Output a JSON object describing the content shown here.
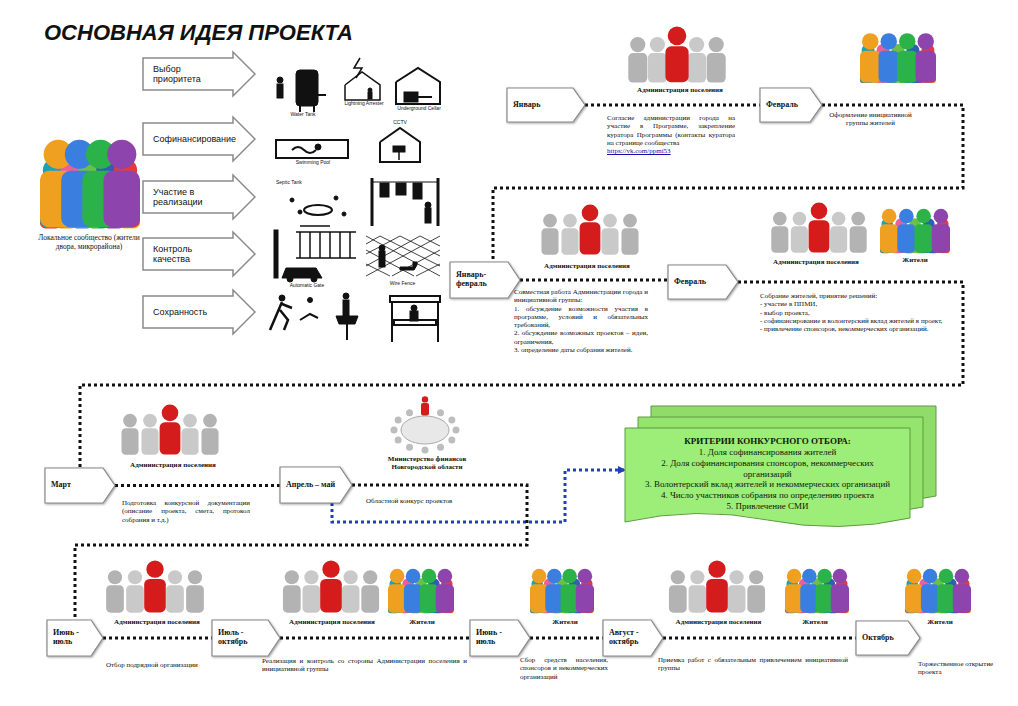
{
  "diagram": {
    "title": "ОСНОВНАЯ ИДЕЯ ПРОЕКТА",
    "nodes": [
      {
        "text": [
          "Выбор приоритета"
        ]
      },
      {
        "text": [
          "Софинансирование"
        ]
      },
      {
        "text": [
          "Участие в реализации"
        ]
      },
      {
        "text": [
          "Контроль качества"
        ]
      },
      {
        "text": [
          "Сохранность"
        ]
      },
      {
        "text": [
          "Январь"
        ]
      },
      {
        "text": [
          "Февраль"
        ]
      },
      {
        "text": [
          "Январь- февраль"
        ]
      },
      {
        "text": [
          "Февраль"
        ]
      },
      {
        "text": [
          "Март"
        ]
      },
      {
        "text": [
          "Апрель – май"
        ]
      },
      {
        "text": [
          "КРИТЕРИИ КОНКУРСНОГО ОТБОРА:",
          "1. Доля софинансирования жителей",
          "2. Доля софинансирования спонсоров, некоммерческих организаций",
          "3. Волонтерский вклад жителей и некоммерческих организаций",
          "4. Число участников собрания по определению проекта",
          "5. Привлечение СМИ"
        ]
      },
      {
        "text": [
          "Июнь - июль"
        ]
      },
      {
        "text": [
          "Июль - октябрь"
        ]
      },
      {
        "text": [
          "Июнь - июль"
        ]
      },
      {
        "text": [
          "Август - октябрь"
        ]
      },
      {
        "text": [
          "Октябрь"
        ]
      }
    ],
    "edges": [
      {
        "from": 5,
        "to": 6,
        "arrow": "none"
      },
      {
        "from": 6,
        "to": 7,
        "arrow": "none"
      },
      {
        "from": 7,
        "to": 8,
        "arrow": "none"
      },
      {
        "from": 8,
        "to": 9,
        "arrow": "none"
      },
      {
        "from": 9,
        "to": 10,
        "arrow": "none"
      },
      {
        "from": 10,
        "to": 11,
        "arrow": "to"
      },
      {
        "from": 10,
        "to": 12,
        "arrow": "none"
      },
      {
        "from": 12,
        "to": 13,
        "arrow": "none"
      },
      {
        "from": 13,
        "to": 14,
        "arrow": "none"
      },
      {
        "from": 14,
        "to": 15,
        "arrow": "none"
      },
      {
        "from": 15,
        "to": 16,
        "arrow": "none"
      }
    ],
    "labels": [
      "Локальное сообщество (жители двора, микрорайона)",
      "Water Tank",
      "Lightning Arrester",
      "Underground Cellar",
      "Swimming Pool",
      "CCTV",
      "Septic Tank",
      "Automatic Gate",
      "Wire Fence",
      "Администрация поселения",
      "Согласие администрации города на участие в Программе, закрепление куратора Программы (контакты куратора на странице сообщества",
      "https://vk.com/ppmi53",
      "Оформление инициативной группы жителей",
      "Администрация поселения",
      "Совместная работа Администрации города и инициативной группы:",
      "1. обсуждение возможности участия в программе, условий и обязательных требований,",
      "2. обсуждение возможных проектов – идеи, ограничения,",
      "3. определение даты собрания жителей.",
      "Администрация поселения",
      "Жители",
      "Собрание жителей, принятие решений:",
      "- участие в ППМИ,",
      "- выбор проекта,",
      "- софинансирование и волонтерский вклад жителей в проект,",
      "- привлечение спонсоров, некоммерческих организаций.",
      "Администрация поселения",
      "Подготовка конкурсной документации (описание проекта, смета, протокол собрания и т.д.)",
      "Министерство финансов Новгородской области",
      "Областной конкурс проектов",
      "Администрация поселения",
      "Отбор подрядной организации",
      "Администрация поселения",
      "Жители",
      "Реализация и контроль со стороны Администрации поселения и инициативной группы",
      "Жители",
      "Сбор средств населения, спонсоров и некоммерческих организаций",
      "Администрация поселения",
      "Жители",
      "Приемка работ с обязательным привлечением инициативной группы",
      "Жители",
      "Торжественное открытие проекта"
    ]
  }
}
